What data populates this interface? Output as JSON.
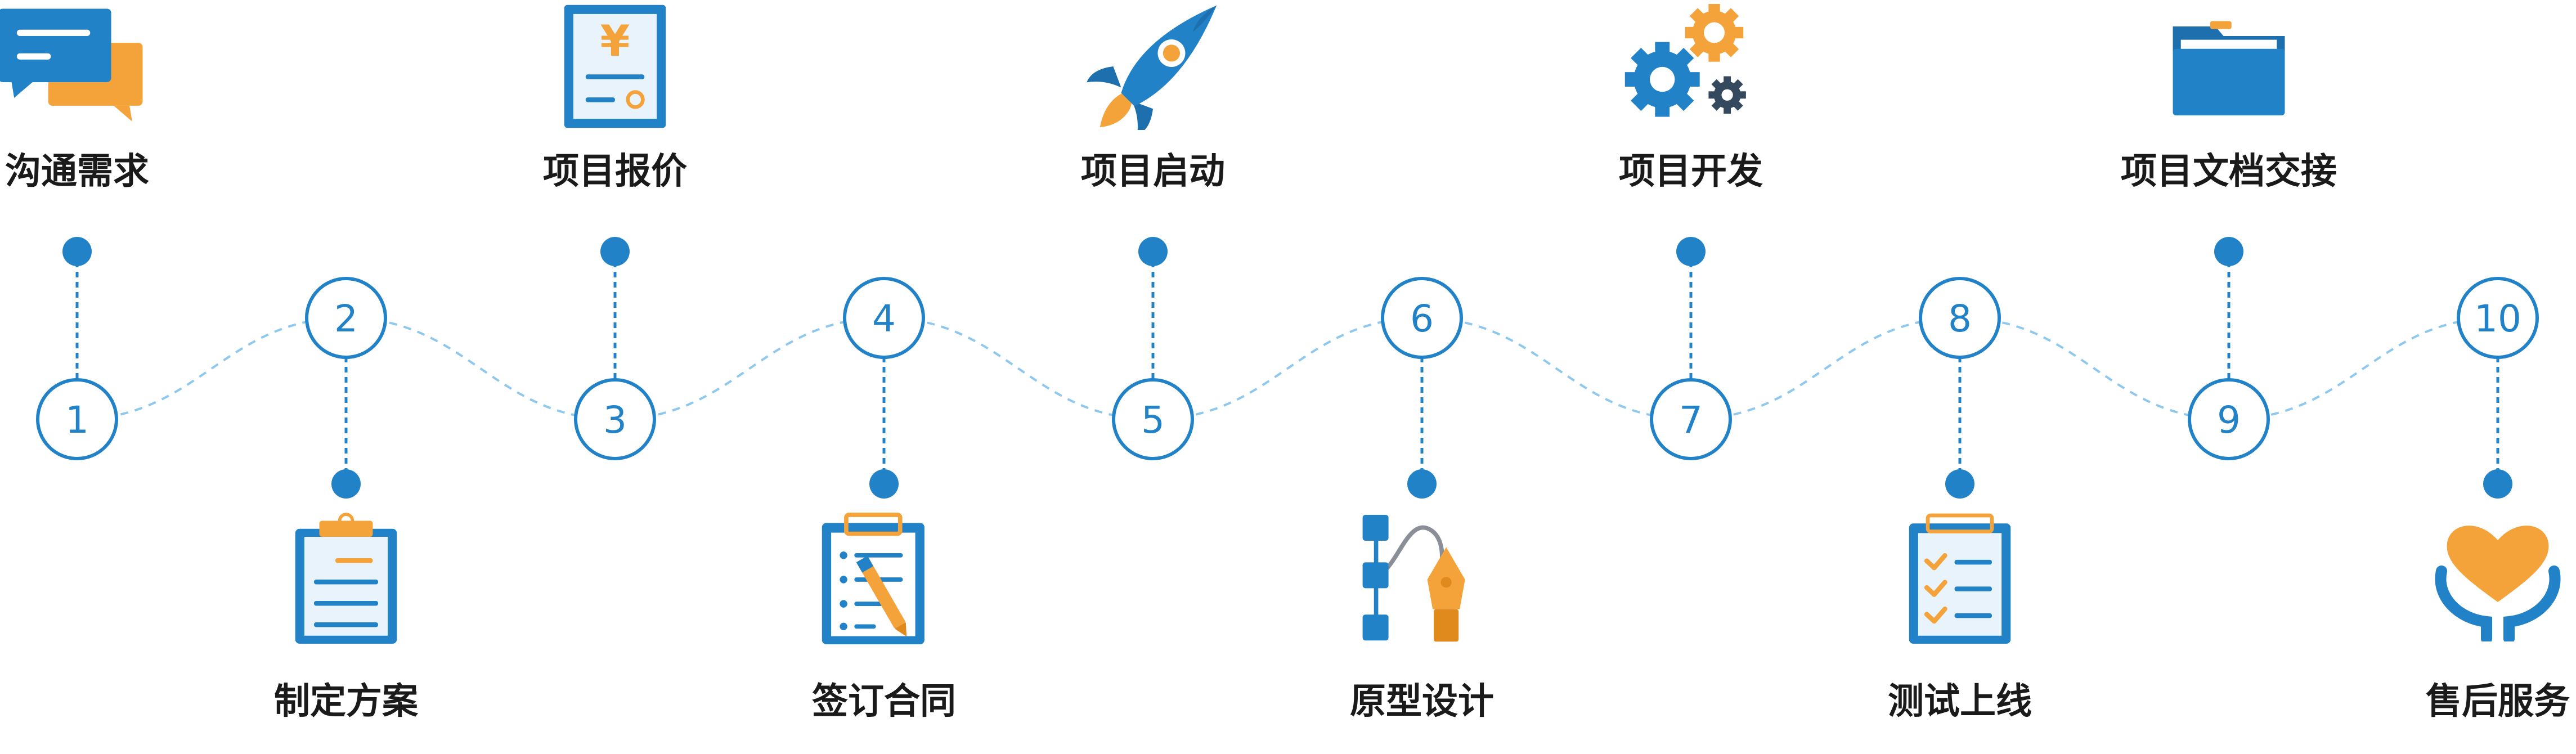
{
  "colors": {
    "blue": "#2282c7",
    "dark_blue": "#1d6fad",
    "light_blue_bg": "#e8f3fb",
    "orange": "#f4a23a",
    "dark_orange": "#e08a1e",
    "wave": "#8ec8ee",
    "text": "#1a1a1a"
  },
  "steps": [
    {
      "num": "1",
      "label": "沟通需求",
      "position": "top",
      "icon": "chat-bubbles-icon"
    },
    {
      "num": "2",
      "label": "制定方案",
      "position": "bottom",
      "icon": "clipboard-document-icon"
    },
    {
      "num": "3",
      "label": "项目报价",
      "position": "top",
      "icon": "price-document-icon"
    },
    {
      "num": "4",
      "label": "签订合同",
      "position": "bottom",
      "icon": "clipboard-pen-icon"
    },
    {
      "num": "5",
      "label": "项目启动",
      "position": "top",
      "icon": "rocket-icon"
    },
    {
      "num": "6",
      "label": "原型设计",
      "position": "bottom",
      "icon": "pen-tool-icon"
    },
    {
      "num": "7",
      "label": "项目开发",
      "position": "top",
      "icon": "gears-icon"
    },
    {
      "num": "8",
      "label": "测试上线",
      "position": "bottom",
      "icon": "checklist-icon"
    },
    {
      "num": "9",
      "label": "项目文档交接",
      "position": "top",
      "icon": "folder-icon"
    },
    {
      "num": "10",
      "label": "售后服务",
      "position": "bottom",
      "icon": "heart-hands-icon"
    }
  ]
}
